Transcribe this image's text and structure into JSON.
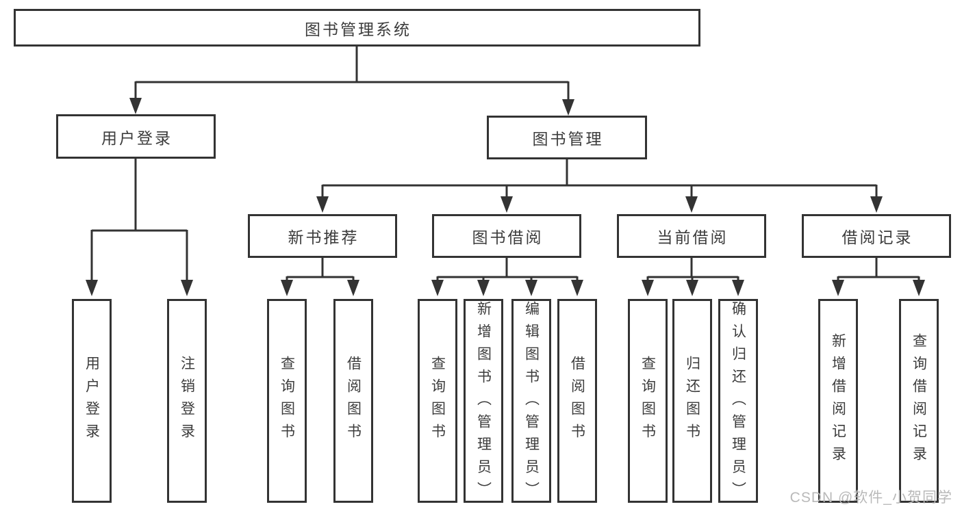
{
  "diagram": {
    "root": {
      "label": "图书管理系统"
    },
    "level2": [
      {
        "label": "用户登录",
        "children": [
          {
            "label": "用户登录"
          },
          {
            "label": "注销登录"
          }
        ]
      },
      {
        "label": "图书管理",
        "children": [
          {
            "label": "新书推荐",
            "children": [
              {
                "label": "查询图书"
              },
              {
                "label": "借阅图书"
              }
            ]
          },
          {
            "label": "图书借阅",
            "children": [
              {
                "label": "查询图书"
              },
              {
                "label": "新增图书（管理员）"
              },
              {
                "label": "编辑图书（管理员）"
              },
              {
                "label": "借阅图书"
              }
            ]
          },
          {
            "label": "当前借阅",
            "children": [
              {
                "label": "查询图书"
              },
              {
                "label": "归还图书"
              },
              {
                "label": "确认归还（管理员）"
              }
            ]
          },
          {
            "label": "借阅记录",
            "children": [
              {
                "label": "新增借阅记录"
              },
              {
                "label": "查询借阅记录"
              }
            ]
          }
        ]
      }
    ]
  },
  "watermark": {
    "text": "CSDN @软件_小贺同学"
  },
  "colors": {
    "line": "#333333",
    "box_border": "#333333",
    "box_bg": "#ffffff",
    "text": "#3c3c3c",
    "watermark": "#b9b9b9"
  }
}
